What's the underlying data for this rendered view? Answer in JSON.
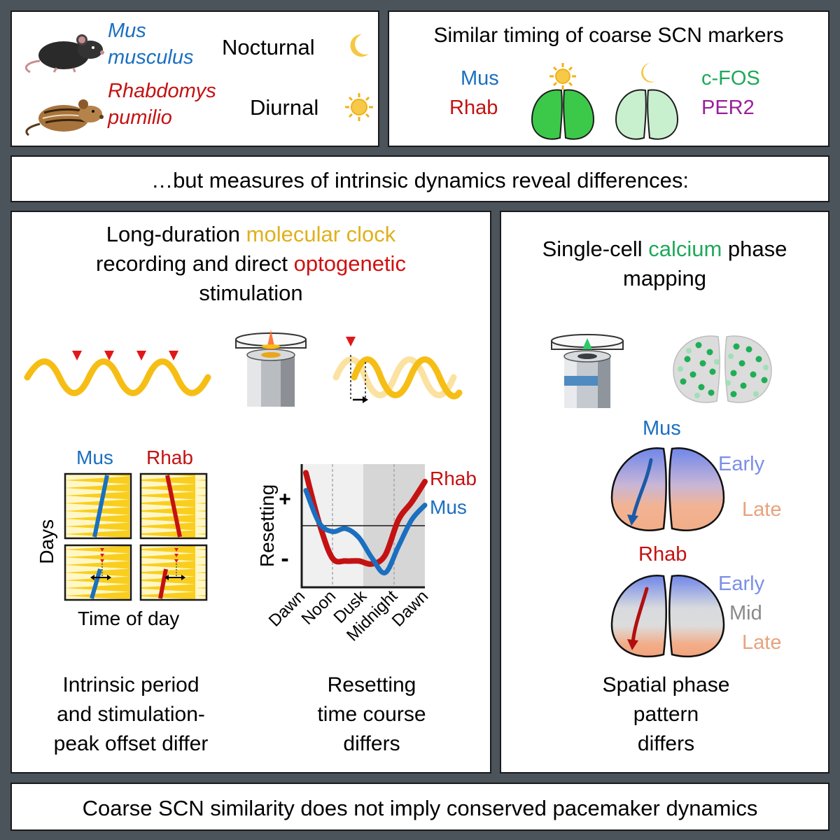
{
  "colors": {
    "mus": "#1a6fc0",
    "rhab": "#c41212",
    "gold": "#e0b01c",
    "red_text": "#d01010",
    "green": "#20a85a",
    "purple": "#9a1f9a",
    "early": "#7b8fe6",
    "late": "#e8a37d",
    "mid": "#8a8a8a"
  },
  "species": {
    "mus_name_1": "Mus",
    "mus_name_2": "musculus",
    "mus_habit": "Nocturnal",
    "rhab_name_1": "Rhabdomys",
    "rhab_name_2": "pumilio",
    "rhab_habit": "Diurnal"
  },
  "markers": {
    "title": "Similar timing of coarse SCN markers",
    "mus": "Mus",
    "rhab": "Rhab",
    "cfos": "c-FOS",
    "per2": "PER2"
  },
  "banner": "…but measures of intrinsic dynamics reveal differences:",
  "left": {
    "title_1a": "Long-duration ",
    "title_1b": "molecular clock",
    "title_2a": "recording and direct ",
    "title_2b": "optogenetic",
    "title_3": "stimulation",
    "act_mus": "Mus",
    "act_rhab": "Rhab",
    "act_ylabel": "Days",
    "act_xlabel": "Time of day",
    "caption_1": [
      "Intrinsic period",
      "and stimulation-",
      "peak offset differ"
    ],
    "caption_2": [
      "Resetting",
      "time course",
      "differs"
    ]
  },
  "chart_data": {
    "type": "line",
    "xlabel": "",
    "ylabel": "Resetting",
    "x_ticks": [
      "Dawn",
      "Noon",
      "Dusk",
      "Midnight",
      "Dawn"
    ],
    "y_ticks": [
      "+",
      "-"
    ],
    "series": [
      {
        "name": "Rhab",
        "color": "#c41212",
        "values": [
          0.9,
          0.05,
          -0.55,
          -0.6,
          -0.6,
          -0.65,
          -0.5,
          0.1,
          0.4,
          0.75
        ]
      },
      {
        "name": "Mus",
        "color": "#1a6fc0",
        "values": [
          0.6,
          0.05,
          -0.1,
          -0.05,
          -0.2,
          -0.55,
          -0.8,
          -0.35,
          0.1,
          0.35
        ]
      }
    ]
  },
  "right": {
    "title_1a": "Single-cell ",
    "title_1b": "calcium",
    "title_1c": " phase",
    "title_2": "mapping",
    "mus_label": "Mus",
    "rhab_label": "Rhab",
    "early": "Early",
    "late": "Late",
    "mid": "Mid",
    "caption": [
      "Spatial phase",
      "pattern",
      "differs"
    ]
  },
  "footer": "Coarse SCN similarity does not imply conserved pacemaker dynamics"
}
